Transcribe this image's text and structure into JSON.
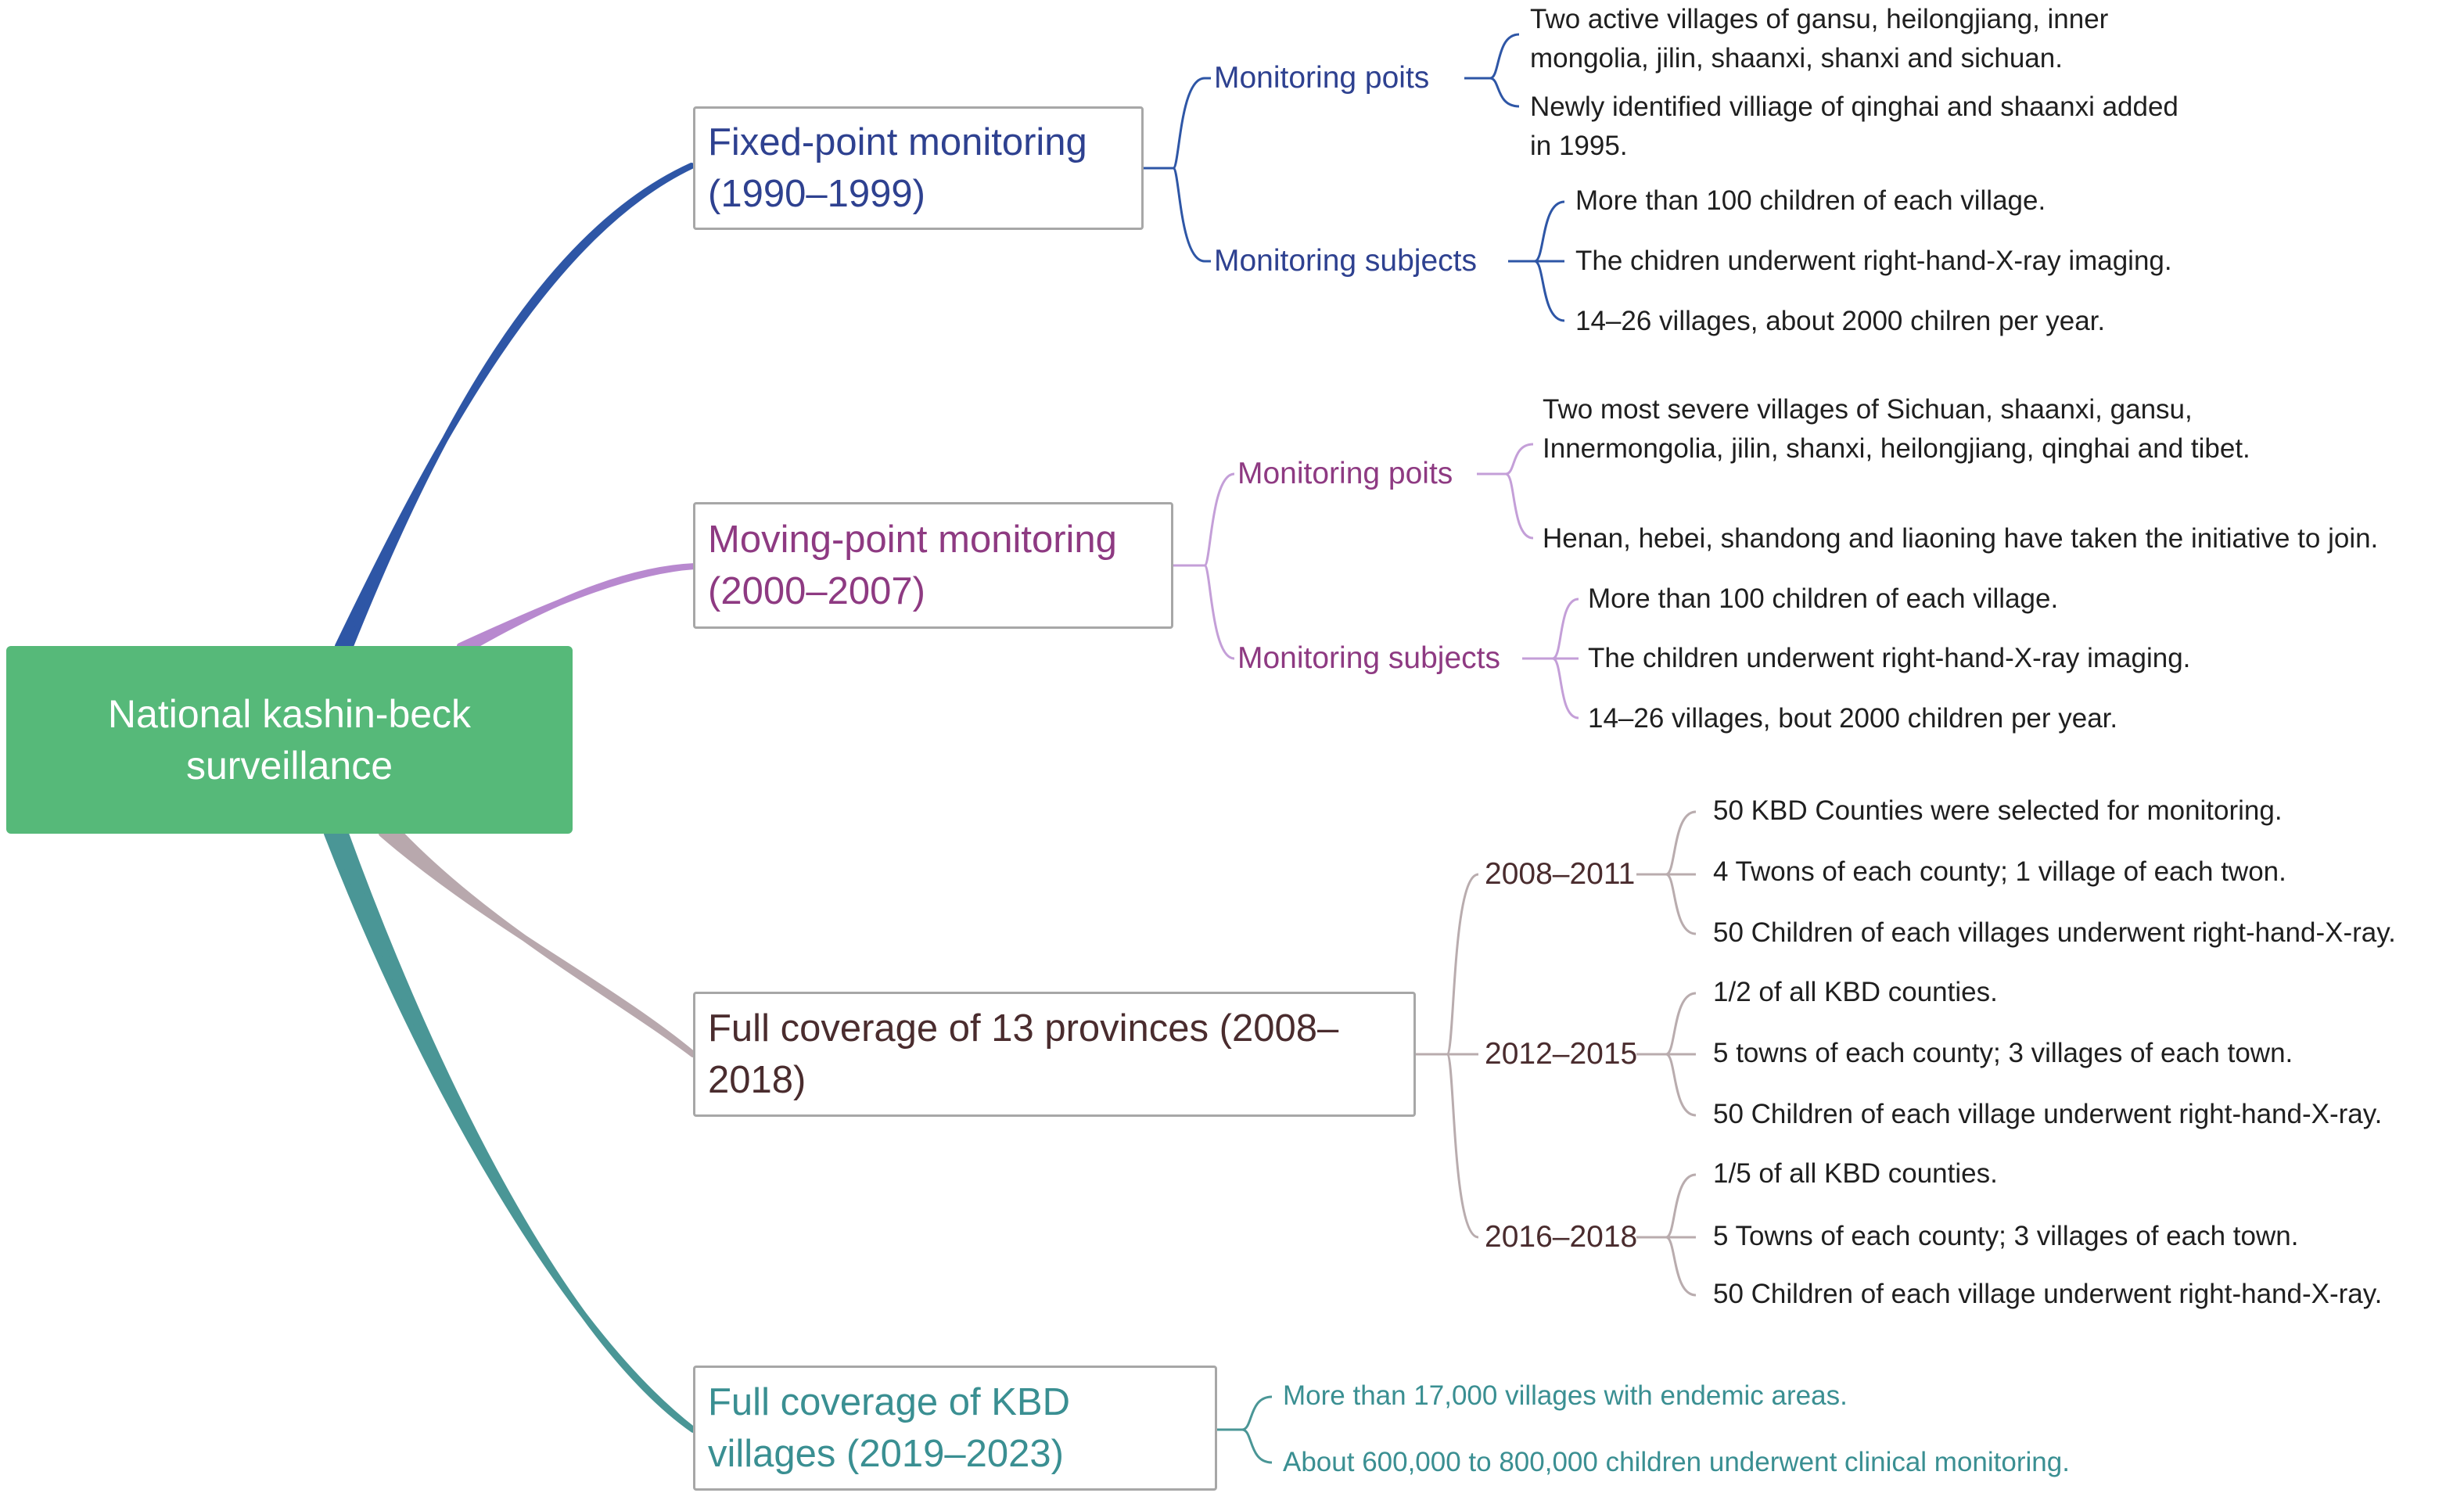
{
  "root": {
    "label": "National kashin-beck surveillance"
  },
  "colors": {
    "root_fill": "#56b979",
    "branch1": "#2e56a6",
    "branch2": "#b889cf",
    "branch3": "#b8a8ad",
    "branch4": "#4a9696",
    "text1": "#2e4190",
    "text2": "#8e3a82",
    "text3": "#4a2c2e",
    "text4": "#3a8f92",
    "line1": "#2e56a6",
    "line2": "#c49fd8",
    "line3": "#b9acae",
    "line4": "#4a9696"
  },
  "branches": [
    {
      "title": "Fixed-point monitoring (1990–1999)",
      "groups": [
        {
          "label": "Monitoring poits",
          "items": [
            "Two active villages of gansu, heilongjiang, inner mongolia, jilin, shaanxi, shanxi and sichuan.",
            "Newly identified villiage of qinghai and shaanxi added in 1995."
          ]
        },
        {
          "label": "Monitoring subjects",
          "items": [
            "More than 100 children of each village.",
            "The chidren underwent right-hand-X-ray imaging.",
            "14–26 villages, about 2000 chilren per year."
          ]
        }
      ]
    },
    {
      "title": "Moving-point monitoring (2000–2007)",
      "groups": [
        {
          "label": "Monitoring poits",
          "items": [
            "Two most severe villages of Sichuan, shaanxi, gansu, Innermongolia, jilin, shanxi, heilongjiang, qinghai and tibet.",
            "Henan, hebei, shandong and liaoning have taken the initiative to join."
          ]
        },
        {
          "label": "Monitoring subjects",
          "items": [
            "More than 100 children of each village.",
            "The children underwent right-hand-X-ray imaging.",
            "14–26 villages, bout 2000 children per year."
          ]
        }
      ]
    },
    {
      "title": "Full coverage of 13 provinces (2008–2018)",
      "groups": [
        {
          "label": "2008–2011",
          "items": [
            "50 KBD Counties were selected for monitoring.",
            "4 Twons of each county; 1 village of each twon.",
            "50 Children of each villages underwent right-hand-X-ray."
          ]
        },
        {
          "label": "2012–2015",
          "items": [
            "1/2 of all KBD counties.",
            "5 towns of each county; 3 villages of each town.",
            "50 Children of each village underwent right-hand-X-ray."
          ]
        },
        {
          "label": "2016–2018",
          "items": [
            "1/5 of all KBD counties.",
            "5 Towns of each county; 3 villages of each town.",
            "50 Children of each village underwent right-hand-X-ray."
          ]
        }
      ]
    },
    {
      "title": "Full coverage of KBD villages (2019–2023)",
      "items": [
        "More than 17,000 villages with endemic areas.",
        "About 600,000 to 800,000 children underwent clinical monitoring."
      ]
    }
  ]
}
